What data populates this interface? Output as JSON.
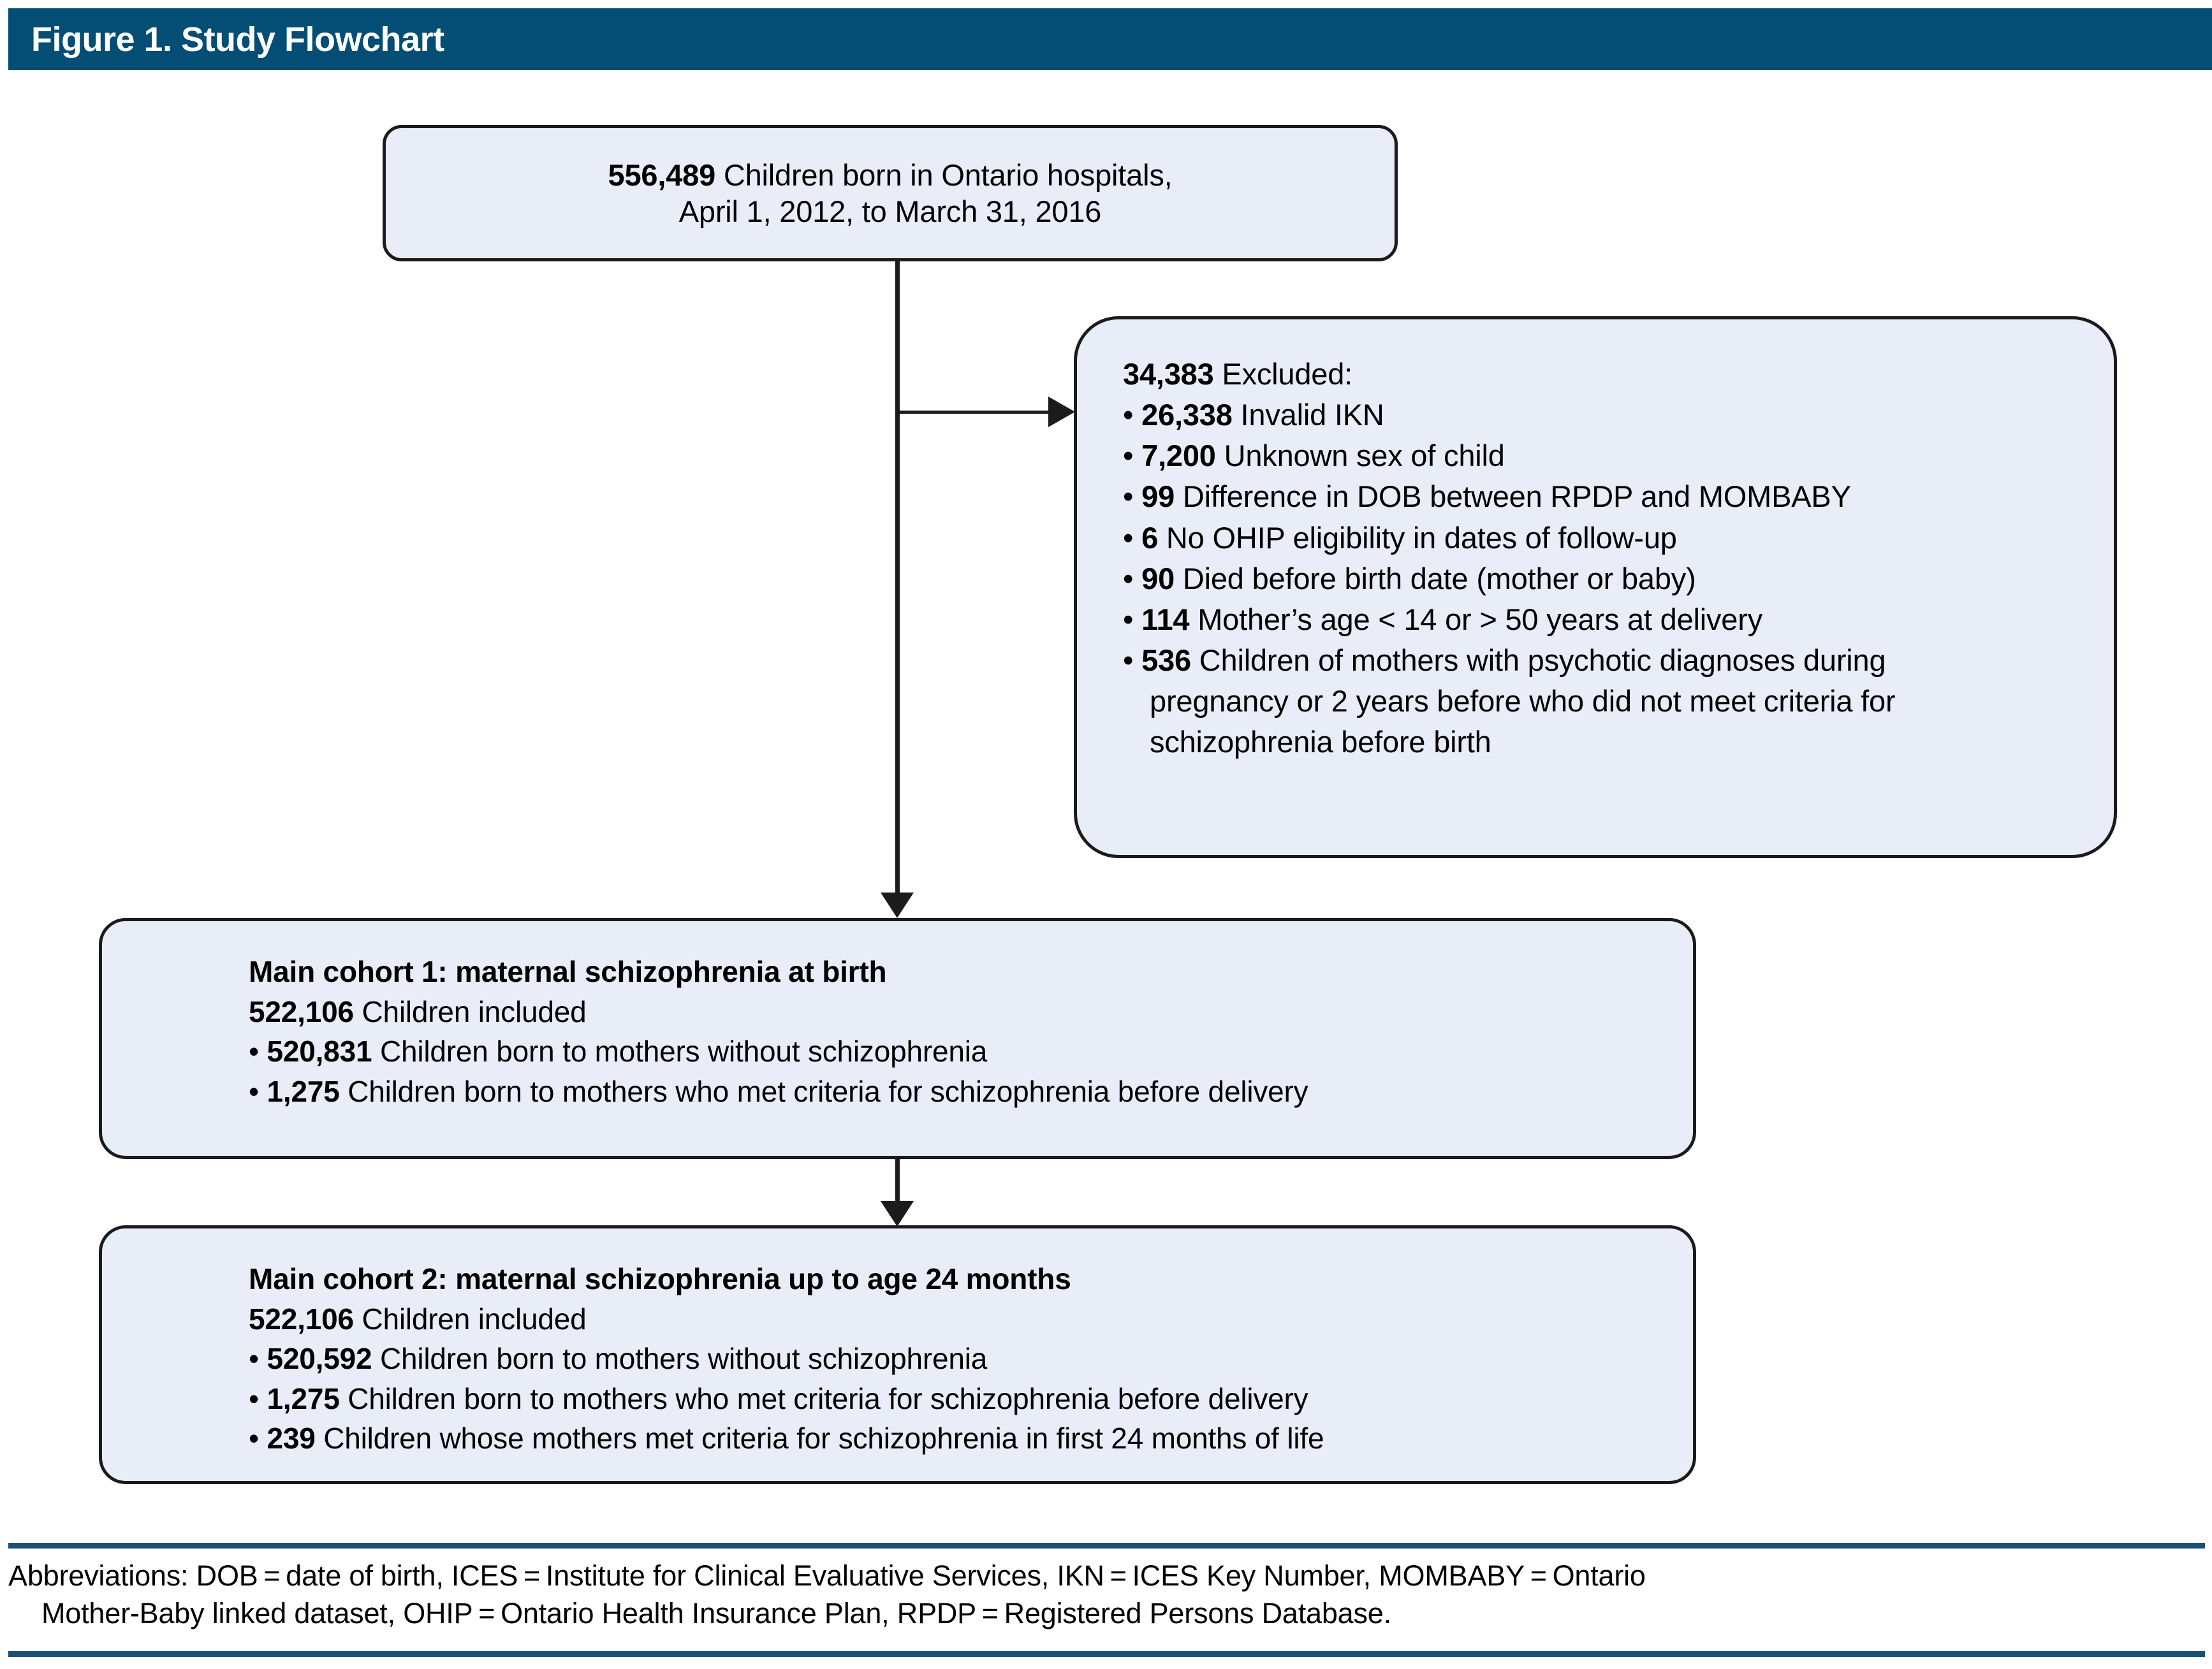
{
  "figure": {
    "title": "Figure 1. Study Flowchart"
  },
  "colors": {
    "header_bar": "#044d74",
    "box_fill": "#e9edf8",
    "box_border": "#1b1b1b",
    "rule": "#1c4f72"
  },
  "boxes": {
    "born": {
      "line1_bold": "556,489",
      "line1_rest": " Children born in Ontario hospitals,",
      "line2": "April 1, 2012, to March 31, 2016"
    },
    "excluded": {
      "heading_bold": "34,383",
      "heading_rest": " Excluded:",
      "items": [
        {
          "bullet": "•",
          "count": "26,338",
          "text": " Invalid IKN"
        },
        {
          "bullet": "•",
          "count": "7,200",
          "text": " Unknown sex of child"
        },
        {
          "bullet": "•",
          "count": "99",
          "text": " Difference in DOB between RPDP and MOMBABY"
        },
        {
          "bullet": "•",
          "count": "6",
          "text": " No OHIP eligibility in dates of follow-up"
        },
        {
          "bullet": "•",
          "count": "90",
          "text": " Died before birth date (mother or baby)"
        },
        {
          "bullet": "•",
          "count": "114",
          "text": " Mother’s age < 14 or > 50 years at delivery"
        },
        {
          "bullet": "•",
          "count": "536",
          "text": " Children of mothers with psychotic diagnoses during"
        }
      ],
      "last_item_cont1": "pregnancy or 2 years before who did not meet criteria for",
      "last_item_cont2": "schizophrenia before birth"
    },
    "cohort1": {
      "title": "Main cohort 1: maternal schizophrenia at birth",
      "total_bold": "522,106",
      "total_rest": " Children included",
      "items": [
        {
          "bullet": "•",
          "count": "520,831",
          "text": " Children born to mothers without schizophrenia"
        },
        {
          "bullet": "•",
          "count": "1,275",
          "text": " Children born to mothers who met criteria for schizophrenia before delivery"
        }
      ]
    },
    "cohort2": {
      "title": "Main cohort 2: maternal schizophrenia up to age 24 months",
      "total_bold": "522,106",
      "total_rest": " Children included",
      "items": [
        {
          "bullet": "•",
          "count": "520,592",
          "text": " Children born to mothers without schizophrenia"
        },
        {
          "bullet": "•",
          "count": "1,275",
          "text": " Children born to mothers who met criteria for schizophrenia before delivery"
        },
        {
          "bullet": "•",
          "count": "239",
          "text": " Children whose mothers met criteria for schizophrenia in first 24 months of life"
        }
      ]
    }
  },
  "footer": {
    "line1": "Abbreviations: DOB = date of birth, ICES = Institute for Clinical Evaluative Services, IKN = ICES Key Number, MOMBABY = Ontario",
    "line2": "Mother-Baby linked dataset, OHIP = Ontario Health Insurance Plan, RPDP = Registered Persons Database."
  }
}
